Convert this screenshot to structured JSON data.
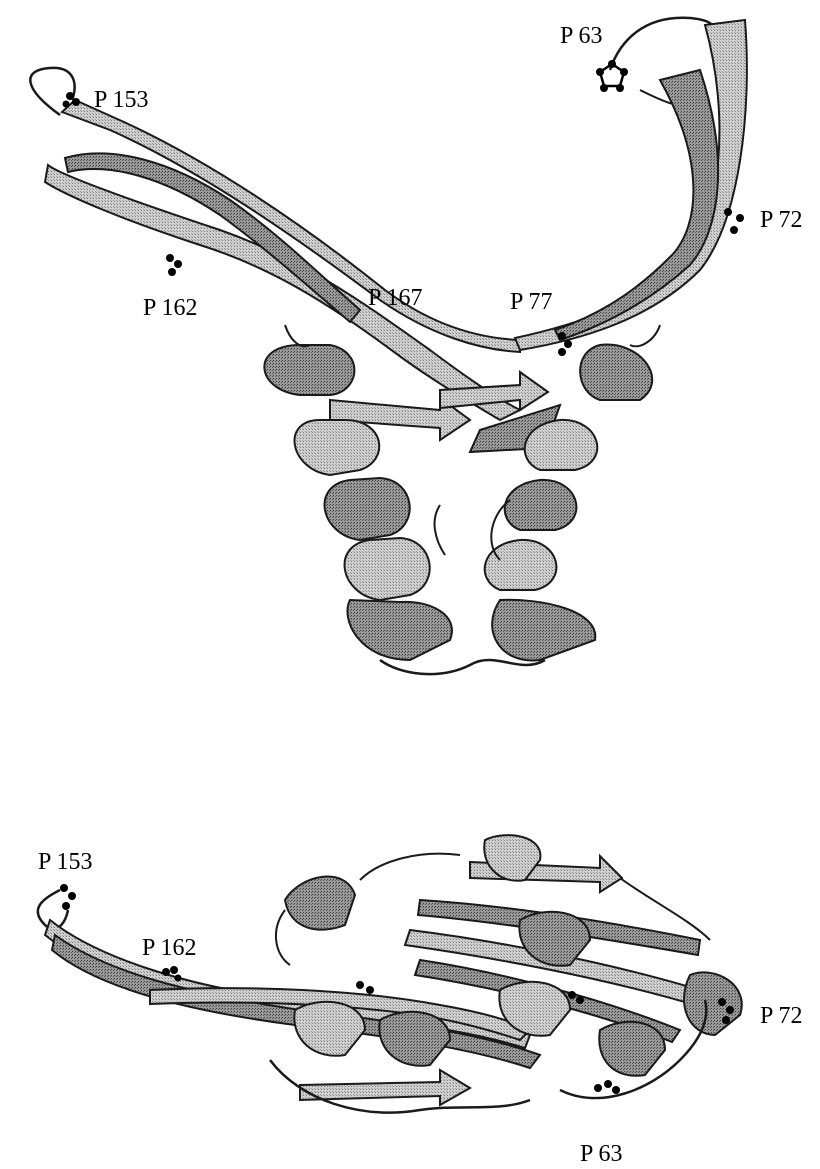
{
  "figure": {
    "top_panel": {
      "labels": {
        "p63": "P 63",
        "p153": "P 153",
        "p72": "P 72",
        "p162": "P 162",
        "p167": "P 167",
        "p77": "P 77"
      }
    },
    "bottom_panel": {
      "labels": {
        "p153": "P 153",
        "p162": "P 162",
        "p72": "P 72",
        "p63": "P 63"
      }
    },
    "colors": {
      "ribbon_fill": "#c8c8c8",
      "ribbon_dark": "#8a8a8a",
      "outline": "#1a1a1a",
      "marker": "#000000",
      "background": "#ffffff"
    }
  }
}
